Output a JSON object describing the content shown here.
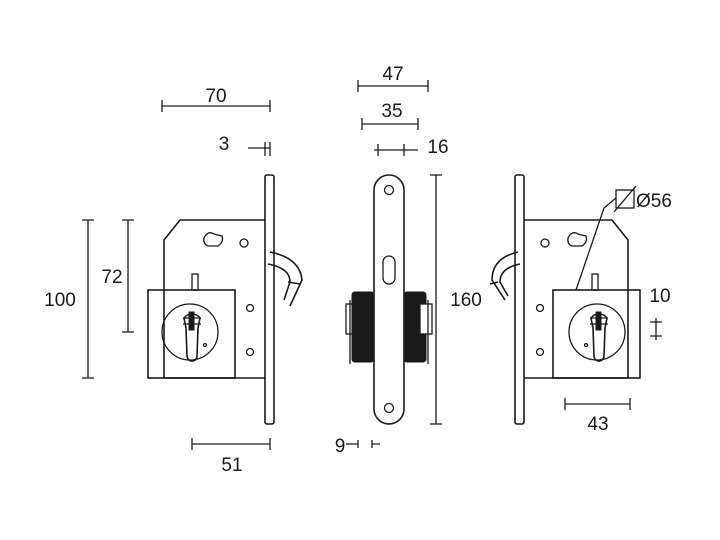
{
  "diagram": {
    "front_view_left": {
      "dims": {
        "width_top": "70",
        "faceplate_thickness": "3",
        "body_height": "100",
        "axis_distance": "72",
        "backset_bottom": "51"
      }
    },
    "side_view": {
      "dims": {
        "width_outer": "47",
        "width_inner": "35",
        "faceplate_width": "16",
        "faceplate_height": "160",
        "rosette_offset": "9"
      }
    },
    "front_view_right": {
      "dims": {
        "rosette_size": "Ø56",
        "offset_10": "10",
        "backset_43": "43"
      }
    }
  }
}
